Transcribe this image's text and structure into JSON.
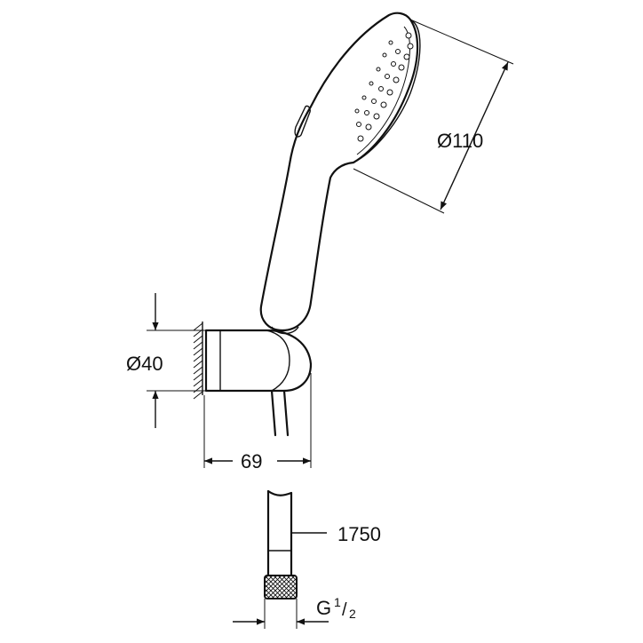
{
  "dimensions": {
    "shower_head_diameter": "Ø110",
    "holder_diameter": "Ø40",
    "holder_depth": "69",
    "hose_length": "1750",
    "thread": "G",
    "thread_numerator": "1",
    "thread_slash": "/",
    "thread_denominator": "2"
  },
  "colors": {
    "line": "#111111",
    "background": "#ffffff"
  }
}
